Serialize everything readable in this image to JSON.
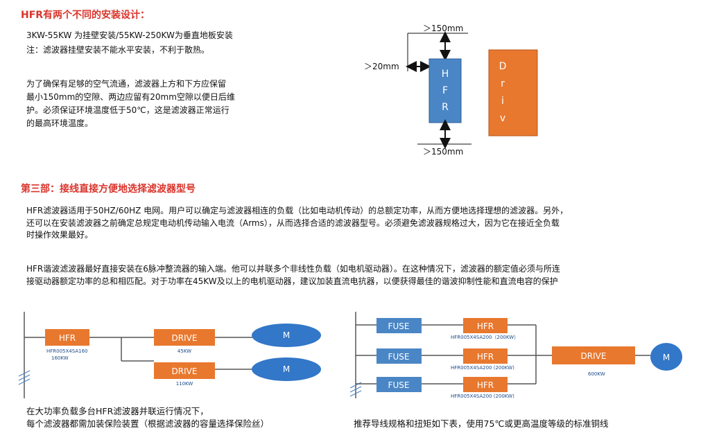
{
  "section1": {
    "title": "HFR有两个不同的安装设计：",
    "line1": "3KW-55KW 为挂壁安装/55KW-250KW为垂直地板安装",
    "line2": "注：滤波器挂壁安装不能水平安装，不利于散热。",
    "para": [
      "为了确保有足够的空气流通，滤波器上方和下方应保留",
      "最小150mm的空隙、两边应留有20mm空隙以便日后维",
      "护。必须保证环境温度低于50℃，这是滤波器正常运行",
      "的最高环境温度。"
    ]
  },
  "clearance": {
    "top_label": "＞150mm",
    "side_label": "＞20mm",
    "bottom_label": "＞150mm",
    "hfr_letters": [
      "H",
      "F",
      "R"
    ],
    "drive_letters": [
      "D",
      "r",
      "i",
      "v"
    ],
    "hfr_color": "#4a86c5",
    "drive_color": "#e8782e"
  },
  "section3": {
    "title": "第三部：接线直接方便地选择滤波器型号",
    "para1": [
      "HFR滤波器适用于50HZ/60HZ 电网。用户可以确定与滤波器相连的负载（比如电动机传动）的总额定功率，从而方便地选择理想的滤波器。另外，",
      "还可以在安装滤波器之前确定总规定电动机传动输入电流（Arms），从而选择合适的滤波器型号。必须避免滤波器规格过大，因为它在接近全负载",
      "时操作效果最好。"
    ],
    "para2": [
      "HFR谐波滤波器最好直接安装在6脉冲整流器的输入端。他可以并联多个非线性负载（如电机驱动器）。在这种情况下，滤波器的额定值必须与所连",
      "接驱动器额定功率的总和相匹配。对于功率在45KW及以上的电机驱动器，建议加装直流电抗器，以便获得最佳的谐波抑制性能和直流电容的保护"
    ]
  },
  "diagram_left": {
    "hfr_label": "HFR",
    "hfr_model": "HFR005X4SA160",
    "hfr_power": "160KW",
    "drive1_label": "DRIVE",
    "drive1_power": "45KW",
    "drive2_label": "DRIVE",
    "drive2_power": "110KW",
    "motor1": "M",
    "motor2": "M"
  },
  "diagram_right": {
    "fuse_labels": [
      "FUSE",
      "FUSE",
      "FUSE"
    ],
    "hfr_labels": [
      "HFR",
      "HFR",
      "HFR"
    ],
    "hfr_models": [
      "HFR005X4SA200（200KW）",
      "HFR005X4SA200 (200KW)",
      "HFR005X4SA200 (200KW)"
    ],
    "drive_label": "DRIVE",
    "drive_power": "600KW",
    "motor": "M"
  },
  "captions": {
    "left_line1": "在大功率负载多台HFR滤波器并联运行情况下，",
    "left_line2": "每个滤波器都需加装保险装置（根据滤波器的容量选择保险丝）",
    "right": "推荐导线规格和扭矩如下表，使用75℃或更高温度等级的标准铜线"
  },
  "colors": {
    "title_red": "#d9342b",
    "block_orange": "#e8782e",
    "block_blue": "#4a86c5",
    "motor_blue": "#3277c8"
  }
}
